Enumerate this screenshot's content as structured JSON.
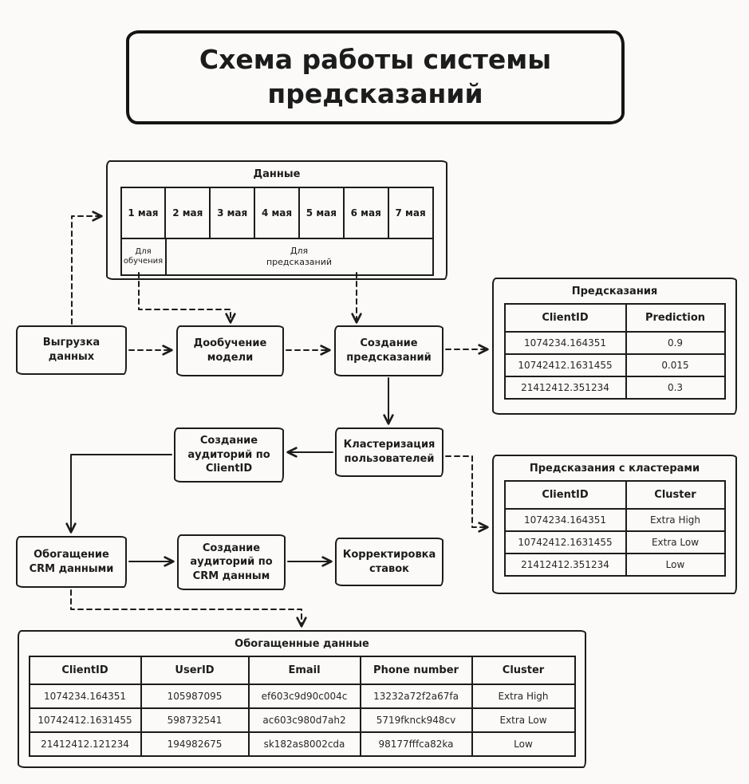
{
  "title": "Схема работы системы предсказаний",
  "data_block": {
    "title": "Данные",
    "days": [
      "1 мая",
      "2 мая",
      "3 мая",
      "4 мая",
      "5 мая",
      "6 мая",
      "7 мая"
    ],
    "train_label": "Для обучения",
    "predict_label": "Для предсказаний"
  },
  "nodes": {
    "export": "Выгрузка данных",
    "retrain": "Дообучение модели",
    "create_predictions": "Создание предсказаний",
    "clustering": "Кластеризация пользователей",
    "audiences_clientid": "Создание аудиторий по ClientID",
    "crm_enrichment": "Обогащение CRM данными",
    "audiences_crm": "Создание аудиторий по CRM данным",
    "bid_adjustment": "Корректировка ставок"
  },
  "predictions_table": {
    "title": "Предсказания",
    "headers": [
      "ClientID",
      "Prediction"
    ],
    "rows": [
      [
        "1074234.164351",
        "0.9"
      ],
      [
        "10742412.1631455",
        "0.015"
      ],
      [
        "21412412.351234",
        "0.3"
      ]
    ]
  },
  "clusters_table": {
    "title": "Предсказания с кластерами",
    "headers": [
      "ClientID",
      "Cluster"
    ],
    "rows": [
      [
        "1074234.164351",
        "Extra High"
      ],
      [
        "10742412.1631455",
        "Extra Low"
      ],
      [
        "21412412.351234",
        "Low"
      ]
    ]
  },
  "enriched_table": {
    "title": "Обогащенные данные",
    "headers": [
      "ClientID",
      "UserID",
      "Email",
      "Phone number",
      "Cluster"
    ],
    "rows": [
      [
        "1074234.164351",
        "105987095",
        "ef603c9d90c004c",
        "13232a72f2a67fa",
        "Extra High"
      ],
      [
        "10742412.1631455",
        "598732541",
        "ac603c980d7ah2",
        "5719fknck948cv",
        "Extra Low"
      ],
      [
        "21412412.121234",
        "194982675",
        "sk182as8002cda",
        "98177fffca82ka",
        "Low"
      ]
    ]
  },
  "colors": {
    "ink": "#1c1c1c",
    "background": "#fbfaf8"
  }
}
